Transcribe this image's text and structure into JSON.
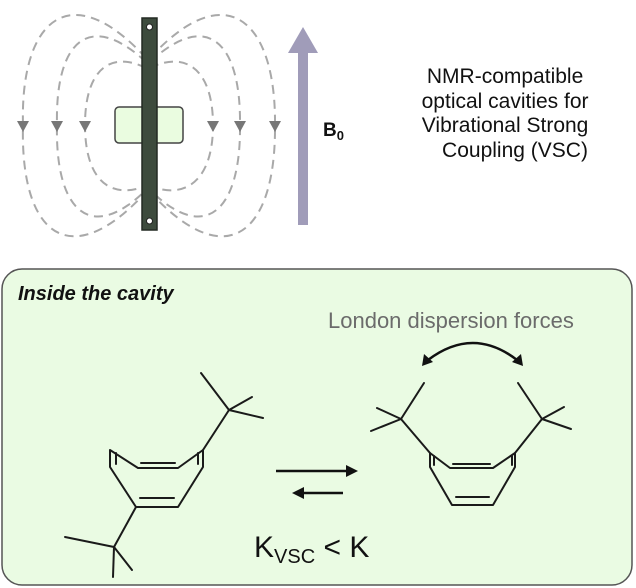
{
  "top": {
    "field_label_main": "B",
    "field_label_sub": "0",
    "description_lines": [
      "NMR-compatible",
      "optical cavities for",
      "Vibrational Strong",
      "Coupling (VSC)"
    ]
  },
  "cavity_panel": {
    "title": "Inside the cavity",
    "interaction_label": "London dispersion forces",
    "equilibrium_k": "K",
    "equilibrium_sub": "VSC",
    "equilibrium_rest": " < K"
  },
  "colors": {
    "panel_fill": "#eafbe3",
    "plate": "#3d4b3d",
    "field_arrow": "#a09cb9",
    "field_lines": "#a9a9a9"
  }
}
